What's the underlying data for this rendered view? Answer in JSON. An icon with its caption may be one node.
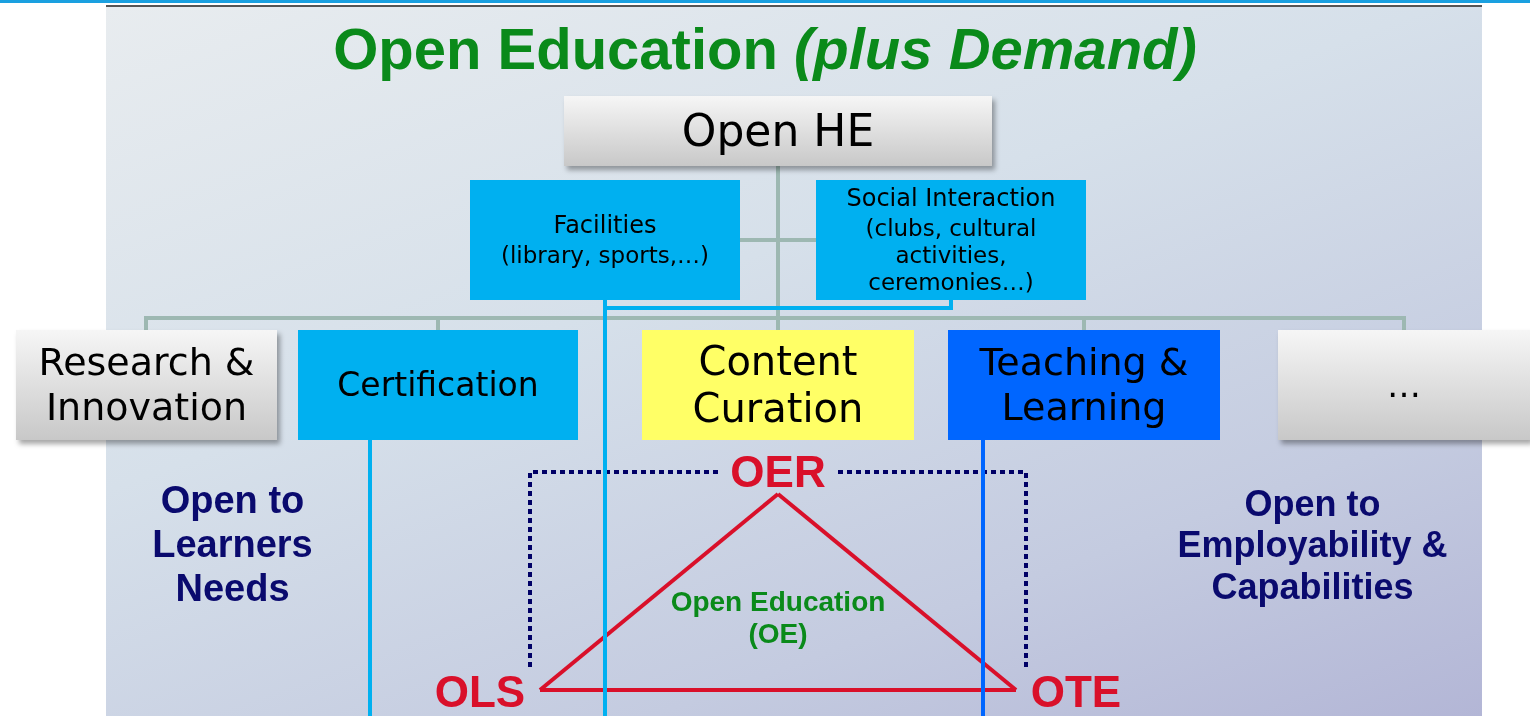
{
  "diagram": {
    "title": "Open Education *(plus Demand)*",
    "nodes": [
      {
        "text": [
          "Open HE"
        ]
      },
      {
        "text": [
          "OER"
        ]
      },
      {
        "text": [
          "Facilities",
          "(library, sports,…)"
        ]
      },
      {
        "text": [
          "Social Interaction",
          "(clubs, cultural activities, ceremonies…)"
        ]
      },
      {
        "text": [
          "Research & Innovation"
        ]
      },
      {
        "text": [
          "Certification"
        ]
      },
      {
        "text": [
          "Content Curation"
        ]
      },
      {
        "text": [
          "Teaching & Learning"
        ]
      },
      {
        "text": [
          "…"
        ]
      },
      {
        "text": [
          "OLS"
        ]
      },
      {
        "text": [
          "OTE"
        ]
      }
    ],
    "edges": [
      {
        "from": 0,
        "to": 2,
        "arrow": "none"
      },
      {
        "from": 0,
        "to": 3,
        "arrow": "none"
      },
      {
        "from": 0,
        "to": 4,
        "arrow": "none"
      },
      {
        "from": 0,
        "to": 5,
        "arrow": "none"
      },
      {
        "from": 0,
        "to": 6,
        "arrow": "none"
      },
      {
        "from": 0,
        "to": 7,
        "arrow": "none"
      },
      {
        "from": 0,
        "to": 8,
        "arrow": "none"
      },
      {
        "from": 1,
        "to": 9,
        "arrow": "none",
        "color": "#d9102a"
      },
      {
        "from": 1,
        "to": 10,
        "arrow": "none",
        "color": "#d9102a"
      },
      {
        "from": 9,
        "to": 10,
        "arrow": "none",
        "color": "#d9102a"
      },
      {
        "from": 1,
        "to": 9,
        "arrow": "none",
        "style": "dashed",
        "color": "#000066"
      },
      {
        "from": 1,
        "to": 10,
        "arrow": "none",
        "style": "dashed",
        "color": "#000066"
      },
      {
        "from": 2,
        "to": null,
        "arrow": "none",
        "color": "#00b0f0"
      },
      {
        "from": 3,
        "to": null,
        "arrow": "none",
        "color": "#00b0f0"
      },
      {
        "from": 5,
        "to": null,
        "arrow": "none",
        "color": "#00b0f0"
      },
      {
        "from": 7,
        "to": null,
        "arrow": "none",
        "color": "#0066ff"
      }
    ],
    "labels": [
      "Open to Learners Needs",
      "Open to Employability & Capabilities",
      "Open Education (OE)"
    ]
  }
}
